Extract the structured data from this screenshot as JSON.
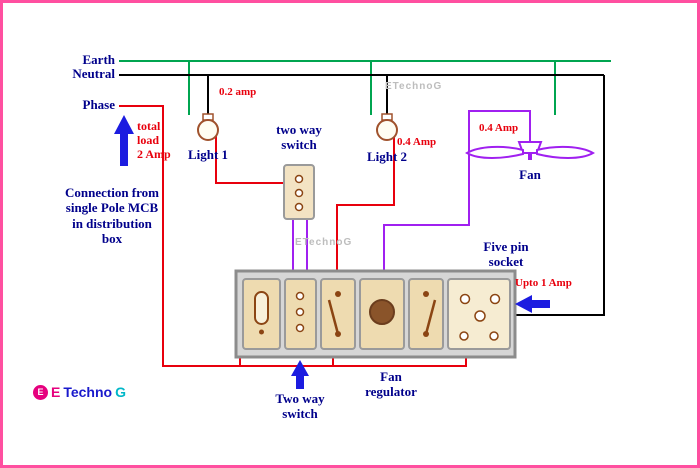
{
  "labels": {
    "earth": "Earth",
    "neutral": "Neutral",
    "phase": "Phase",
    "total_load": "total\nload\n2 Amp",
    "mcb_note": "Connection from\nsingle Pole MCB\nin distribution\nbox",
    "amp_02": "0.2 amp",
    "light1": "Light 1",
    "two_way_switch_top": "two way\nswitch",
    "light2": "Light 2",
    "amp_04_light2": "0.4 Amp",
    "amp_04_fan": "0.4 Amp",
    "fan": "Fan",
    "five_pin_socket": "Five pin\nsocket",
    "upto_1_amp": "Upto 1 Amp",
    "two_way_switch_bottom": "Two way\nswitch",
    "fan_regulator": "Fan\nregulator",
    "watermark": "ETechnoG"
  },
  "logo": {
    "icon": "❀",
    "e": "E",
    "techno": "Techno",
    "g": "G"
  },
  "colors": {
    "earth": "#00a550",
    "neutral": "#000000",
    "phase": "#e8000d",
    "traveler": "#a020f0",
    "fan": "#a020f0",
    "arrow": "#1c1ce0",
    "label_navy": "#00008B",
    "label_red": "#e8000d",
    "border_pink": "#ff4fa0",
    "board": "#d6d6d6",
    "module": "#eedbb0",
    "contact": "#8B4513"
  }
}
